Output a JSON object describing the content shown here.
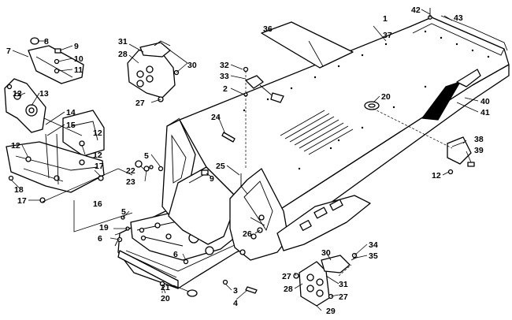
{
  "diagram": {
    "labels": [
      {
        "id": "l1",
        "text": "1"
      },
      {
        "id": "l2",
        "text": "2"
      },
      {
        "id": "l3",
        "text": "3"
      },
      {
        "id": "l4",
        "text": "4"
      },
      {
        "id": "l5a",
        "text": "5"
      },
      {
        "id": "l5b",
        "text": "5"
      },
      {
        "id": "l6a",
        "text": "6"
      },
      {
        "id": "l6b",
        "text": "6"
      },
      {
        "id": "l7",
        "text": "7"
      },
      {
        "id": "l8",
        "text": "8"
      },
      {
        "id": "l9a",
        "text": "9"
      },
      {
        "id": "l9b",
        "text": "9"
      },
      {
        "id": "l10",
        "text": "10"
      },
      {
        "id": "l11",
        "text": "11"
      },
      {
        "id": "l12a",
        "text": "12"
      },
      {
        "id": "l12b",
        "text": "12"
      },
      {
        "id": "l12c",
        "text": "12"
      },
      {
        "id": "l12d",
        "text": "12"
      },
      {
        "id": "l12e",
        "text": "12"
      },
      {
        "id": "l13",
        "text": "13"
      },
      {
        "id": "l14",
        "text": "14"
      },
      {
        "id": "l15",
        "text": "15"
      },
      {
        "id": "l16",
        "text": "16"
      },
      {
        "id": "l17a",
        "text": "17"
      },
      {
        "id": "l17b",
        "text": "17"
      },
      {
        "id": "l18",
        "text": "18"
      },
      {
        "id": "l19",
        "text": "19"
      },
      {
        "id": "l20a",
        "text": "20"
      },
      {
        "id": "l20b",
        "text": "20"
      },
      {
        "id": "l21",
        "text": "21"
      },
      {
        "id": "l22",
        "text": "22"
      },
      {
        "id": "l23",
        "text": "23"
      },
      {
        "id": "l24",
        "text": "24"
      },
      {
        "id": "l25",
        "text": "25"
      },
      {
        "id": "l26",
        "text": "26"
      },
      {
        "id": "l27a",
        "text": "27"
      },
      {
        "id": "l27b",
        "text": "27"
      },
      {
        "id": "l27c",
        "text": "27"
      },
      {
        "id": "l28a",
        "text": "28"
      },
      {
        "id": "l28b",
        "text": "28"
      },
      {
        "id": "l29",
        "text": "29"
      },
      {
        "id": "l30a",
        "text": "30"
      },
      {
        "id": "l30b",
        "text": "30"
      },
      {
        "id": "l31a",
        "text": "31"
      },
      {
        "id": "l31b",
        "text": "31"
      },
      {
        "id": "l32",
        "text": "32"
      },
      {
        "id": "l33",
        "text": "33"
      },
      {
        "id": "l34",
        "text": "34"
      },
      {
        "id": "l35",
        "text": "35"
      },
      {
        "id": "l36",
        "text": "36"
      },
      {
        "id": "l37",
        "text": "37"
      },
      {
        "id": "l38",
        "text": "38"
      },
      {
        "id": "l39",
        "text": "39"
      },
      {
        "id": "l40",
        "text": "40"
      },
      {
        "id": "l41",
        "text": "41"
      },
      {
        "id": "l42",
        "text": "42"
      },
      {
        "id": "l43",
        "text": "43"
      }
    ]
  }
}
